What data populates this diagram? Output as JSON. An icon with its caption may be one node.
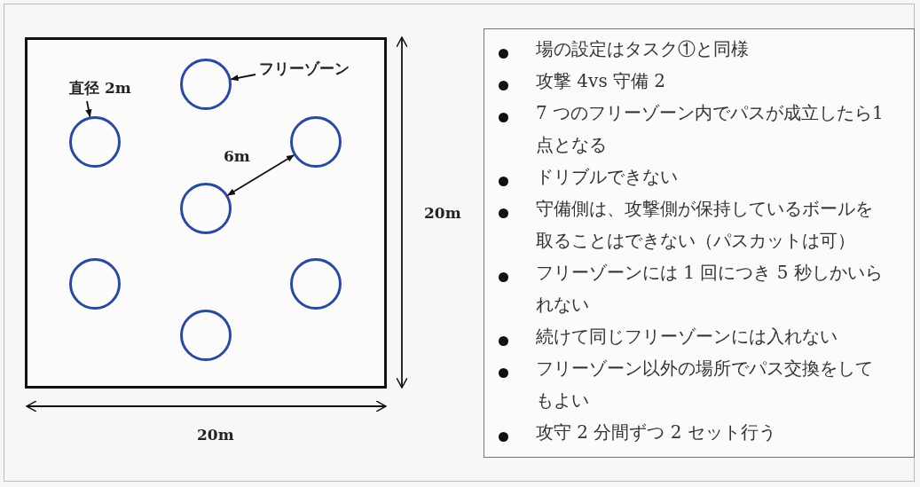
{
  "diagram": {
    "nodes": [
      {
        "text": [],
        "shape": "box"
      },
      {
        "text": [],
        "shape": "circle",
        "in": 0
      },
      {
        "text": [],
        "shape": "circle",
        "in": 0
      },
      {
        "text": [],
        "shape": "circle",
        "in": 0
      },
      {
        "text": [],
        "shape": "circle",
        "in": 0
      },
      {
        "text": [],
        "shape": "circle",
        "in": 0
      },
      {
        "text": [],
        "shape": "circle",
        "in": 0
      },
      {
        "text": [],
        "shape": "circle",
        "in": 0
      },
      {
        "text": [
          "直径 2m"
        ],
        "in": 0
      },
      {
        "text": [
          "フリーゾーン"
        ],
        "in": 0
      },
      {
        "text": [
          "場の設定はタスク①と同様",
          "攻撃 4vs 守備 2",
          "7 つのフリーゾーン内でパスが成立したら1 点となる",
          "ドリブルできない",
          "守備側は、攻撃側が保持しているボールを取ることはできない（パスカットは可）",
          "フリーゾーンには 1 回につき 5 秒しかいられない",
          "続けて同じフリーゾーンには入れない",
          "フリーゾーン以外の場所でパス交換をしてもよい",
          "攻守 2 分間ずつ 2 セット行う"
        ]
      }
    ],
    "edges": [
      {
        "from": 8,
        "to": 2,
        "arrow": "to"
      },
      {
        "from": 9,
        "to": 1,
        "arrow": "to"
      },
      {
        "from": 4,
        "to": 3,
        "arrow": "both",
        "label": "6m"
      }
    ],
    "labels": [
      "20m",
      "20m"
    ]
  }
}
